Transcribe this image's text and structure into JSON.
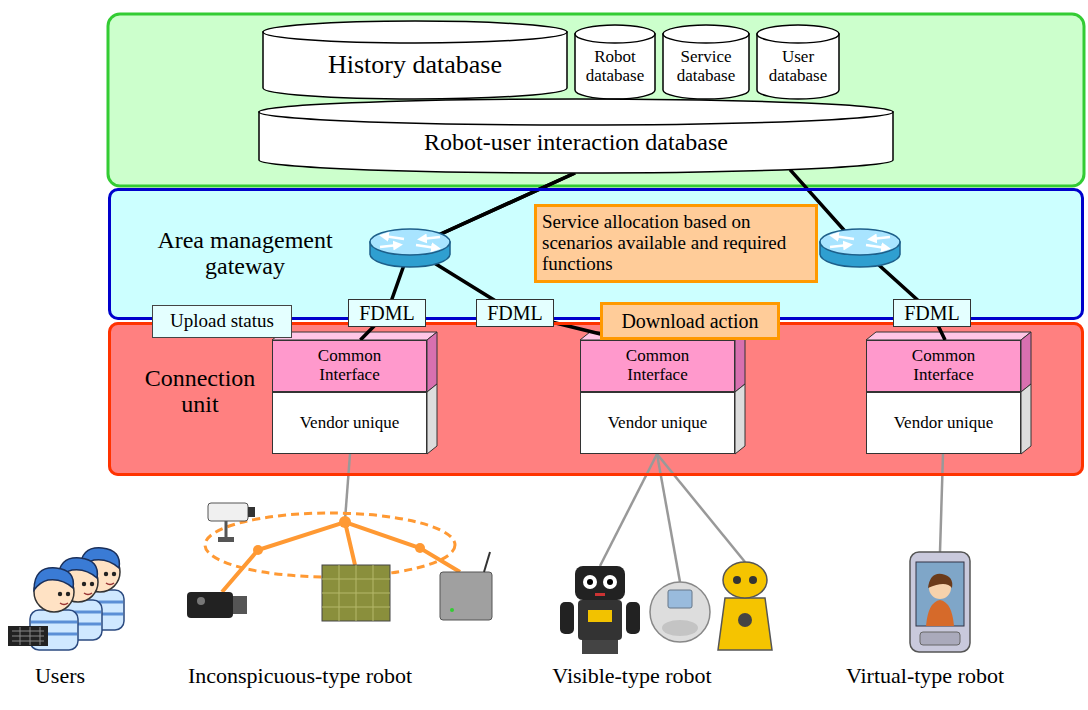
{
  "diagram": {
    "nodes": [
      {
        "text": [
          "History database"
        ]
      },
      {
        "text": [
          "Robot database"
        ]
      },
      {
        "text": [
          "Service database"
        ]
      },
      {
        "text": [
          "User database"
        ]
      },
      {
        "text": [
          "Robot-user interaction database"
        ]
      },
      {
        "text": [
          "Area management gateway"
        ]
      },
      {
        "text": [
          "Service allocation based on scenarios available and required functions"
        ],
        "in": 5
      },
      {
        "text": [
          "Upload status"
        ]
      },
      {
        "text": [
          "Download action"
        ]
      },
      {
        "text": [
          "Connection unit"
        ]
      },
      {
        "text": [
          "Common Interface"
        ],
        "in": 9
      },
      {
        "text": [
          "Vendor unique"
        ],
        "in": 9
      },
      {
        "text": [
          "Common Interface"
        ],
        "in": 9
      },
      {
        "text": [
          "Vendor unique"
        ],
        "in": 9
      },
      {
        "text": [
          "Common Interface"
        ],
        "in": 9
      },
      {
        "text": [
          "Vendor unique"
        ],
        "in": 9
      }
    ],
    "edges": [
      {
        "from": 4,
        "to": 10,
        "arrow": "none",
        "label": "FDML"
      },
      {
        "from": 4,
        "to": 12,
        "arrow": "none",
        "label": "FDML"
      },
      {
        "from": 4,
        "to": 14,
        "arrow": "none",
        "label": "FDML"
      }
    ],
    "labels": [
      "Users",
      "Inconspicuous-type robot",
      "Visible-type robot",
      "Virtual-type robot"
    ]
  }
}
